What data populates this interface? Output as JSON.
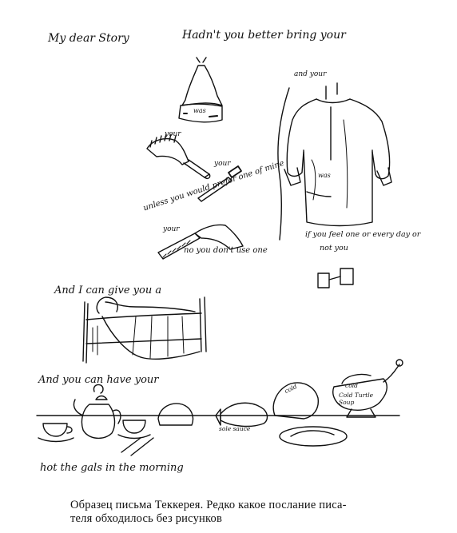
{
  "letter": {
    "greeting": "My dear Story",
    "line_bring": "Hadn't you better bring your",
    "cap_label": "was",
    "label_your_brush": "your",
    "label_your_razor": "your",
    "line_unless": "unless you would prefer one of mine",
    "label_your_razorcase": "your",
    "line_no_use": "no you don't use one",
    "label_and_your": "and your",
    "shirt_label": "was",
    "line_if_you_feel": "if you feel one or every day or",
    "line_not_you": "not you",
    "line_give_you": "And I can give you a",
    "line_have_your": "And you can have your",
    "label_cold": "cold",
    "label_cold_2": "cold",
    "label_turtle_soup": "Cold Turtle Soup",
    "label_soleil_sauce": "sole sauce",
    "line_hot_gals": "hot the gals in the morning"
  },
  "caption": {
    "line1": "Образец письма Теккерея. Редко какое послание писа-",
    "line2": "теля обходилось без рисунков"
  }
}
